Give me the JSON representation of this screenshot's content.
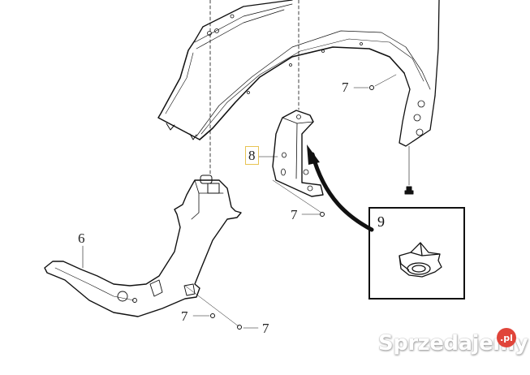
{
  "diagram": {
    "type": "exploded-parts-diagram",
    "subject": "front fender / wheel arch assembly"
  },
  "callouts": [
    {
      "id": "6",
      "label": "6",
      "part": "washer fluid reservoir"
    },
    {
      "id": "7a",
      "label": "7",
      "part": "screw (fender)"
    },
    {
      "id": "7b",
      "label": "7",
      "part": "screw (bracket)"
    },
    {
      "id": "7c",
      "label": "7",
      "part": "screw (reservoir)"
    },
    {
      "id": "7d",
      "label": "7",
      "part": "screw (reservoir)"
    },
    {
      "id": "8",
      "label": "8",
      "part": "bracket",
      "highlighted": true
    },
    {
      "id": "9",
      "label": "9",
      "part": "clip nut (detail view)"
    }
  ],
  "detail_view": {
    "label": "9"
  },
  "watermark": {
    "text": "Sprzedajemy",
    "badge": ".pl",
    "badge_color": "#e0453a"
  },
  "colors": {
    "line": "#111111",
    "highlight_box": "#e8c454",
    "background": "#ffffff"
  }
}
